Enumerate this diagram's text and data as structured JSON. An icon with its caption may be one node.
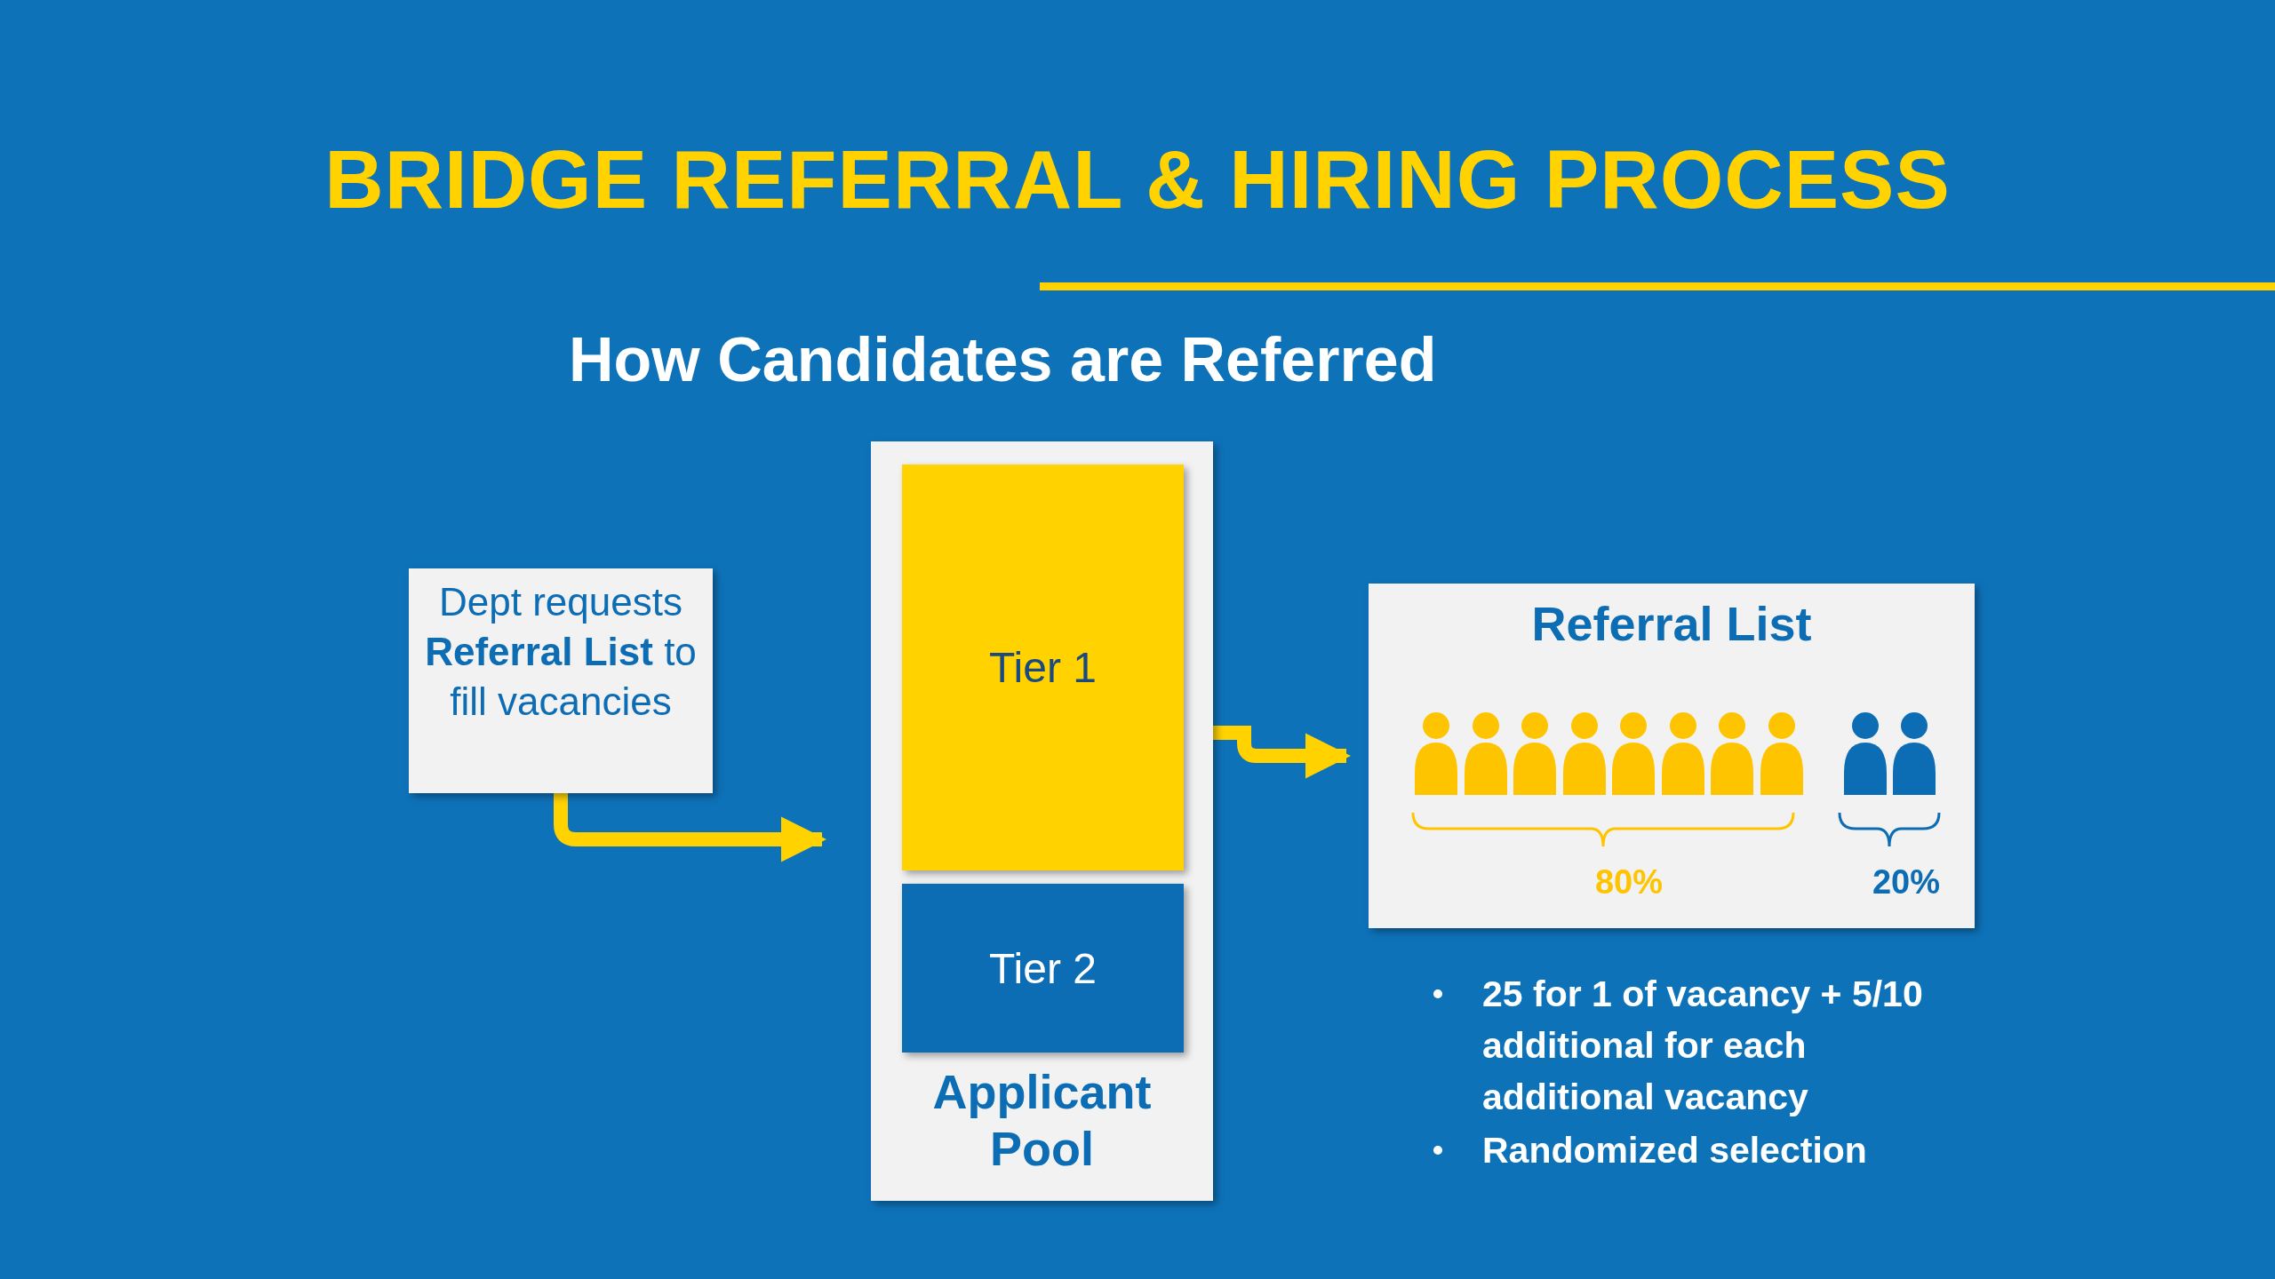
{
  "diagram": {
    "title": "BRIDGE REFERRAL & HIRING PROCESS",
    "nodes": [
      {
        "text": [
          "Dept requests **Referral List** to fill vacancies"
        ]
      },
      {
        "text": [
          "Applicant Pool"
        ]
      },
      {
        "text": [
          "Tier 1"
        ],
        "in": 1
      },
      {
        "text": [
          "Tier 2"
        ],
        "in": 1
      },
      {
        "text": [
          "Referral List",
          "80%",
          "20%"
        ]
      }
    ],
    "edges": [
      {
        "from": 0,
        "to": 1,
        "arrow": "to"
      },
      {
        "from": 1,
        "to": 4,
        "arrow": "to"
      }
    ],
    "labels": [
      "How Candidates are Referred",
      "25 for 1 of vacancy + 5/10 additional for each additional vacancy",
      "Randomized selection"
    ]
  }
}
